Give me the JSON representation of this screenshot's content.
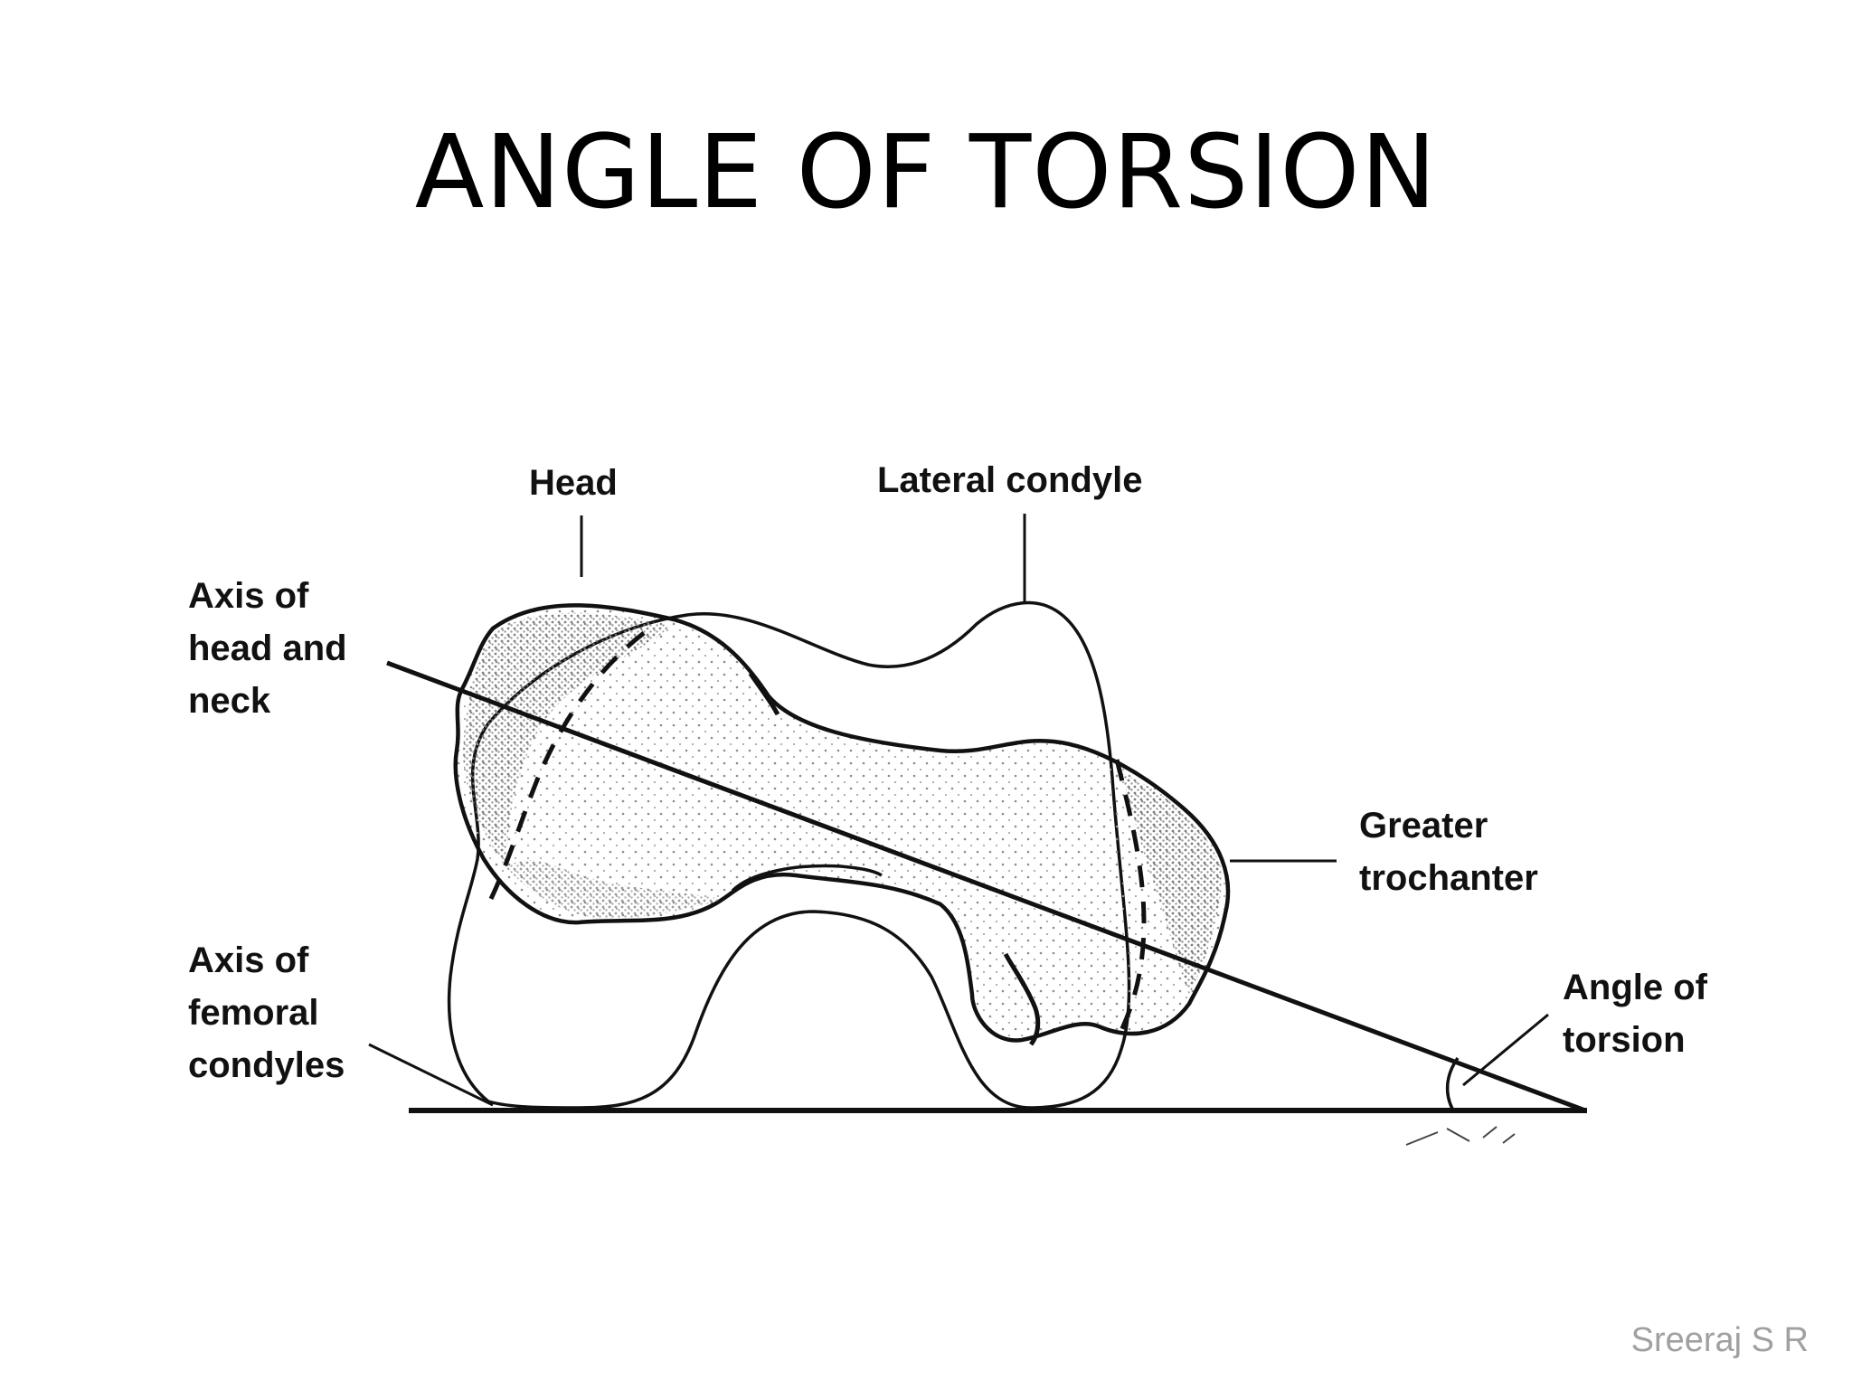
{
  "slide": {
    "title": "ANGLE OF TORSION",
    "footer": "Sreeraj S R"
  },
  "diagram": {
    "labels": {
      "head": "Head",
      "lateral_condyle": "Lateral condyle",
      "axis_head_neck": [
        "Axis of",
        "head and",
        "neck"
      ],
      "greater_trochanter": [
        "Greater",
        "trochanter"
      ],
      "axis_femoral_condyles": [
        "Axis of",
        "femoral",
        "condyles"
      ],
      "angle_of_torsion": [
        "Angle of",
        "torsion"
      ]
    },
    "colors": {
      "ink": "#111111",
      "shading": "#9a9a9a",
      "footer": "#a0a0a0"
    }
  }
}
